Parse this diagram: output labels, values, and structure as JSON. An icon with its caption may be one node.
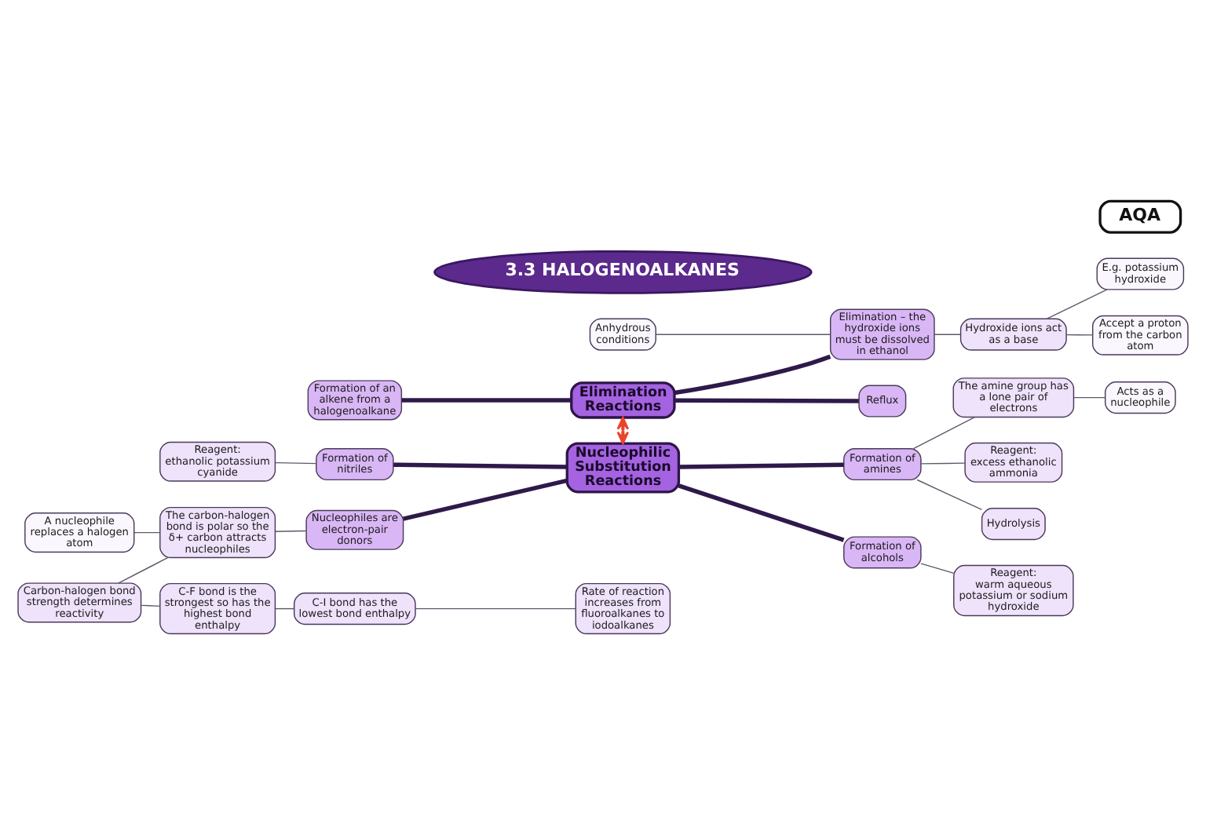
{
  "diagram": {
    "nodes": [
      {
        "text": [
          "E.g. potassium hydroxide"
        ]
      },
      {
        "text": [
          "Anhydrous conditions"
        ]
      },
      {
        "text": [
          "Hydroxide ions act as a base"
        ]
      },
      {
        "text": [
          "Accept a proton from the carbon atom"
        ]
      },
      {
        "text": [
          "Elimination – the hydroxide ions must be dissolved in ethanol"
        ]
      },
      {
        "text": [
          "Formation of an alkene from a halogenoalkane"
        ]
      },
      {
        "text": [
          "Elimination Reactions"
        ]
      },
      {
        "text": [
          "Reflux"
        ]
      },
      {
        "text": [
          "Acts as a nucleophile"
        ]
      },
      {
        "text": [
          "3.3 HALOGENOALKANES"
        ]
      },
      {
        "text": [
          "The amine group has a lone pair of electrons"
        ]
      },
      {
        "text": [
          "Reagent:",
          "ethanolic potassium cyanide"
        ]
      },
      {
        "text": [
          "Formation of nitriles"
        ]
      },
      {
        "text": [
          "Nucleophilic Substitution Reactions"
        ]
      },
      {
        "text": [
          "Reagent:",
          "excess ethanolic ammonia"
        ]
      },
      {
        "text": [
          "Formation of amines"
        ]
      },
      {
        "text": [
          "A nucleophile replaces a halogen atom"
        ]
      },
      {
        "text": [
          "Nucleophiles are electron-pair donors"
        ]
      },
      {
        "text": [
          "Hydrolysis"
        ]
      },
      {
        "text": [
          "Formation of alcohols"
        ]
      },
      {
        "text": [
          "The carbon-halogen bond is polar so the δ+ carbon attracts nucleophiles"
        ]
      },
      {
        "text": [
          "Reagent:",
          "warm aqueous potassium or sodium hydroxide"
        ]
      },
      {
        "text": [
          "Carbon-halogen bond strength determines reactivity"
        ]
      },
      {
        "text": [
          "C-F bond is the strongest so has the highest bond enthalpy"
        ]
      },
      {
        "text": [
          "C-I bond has the lowest bond enthalpy"
        ]
      },
      {
        "text": [
          "Rate of reaction increases from fluoroalkanes to iodoalkanes"
        ]
      },
      {
        "text": [
          "AQA"
        ]
      }
    ],
    "edges": [
      {
        "from": 2,
        "to": 0,
        "arrow": "none"
      },
      {
        "from": 1,
        "to": 4,
        "arrow": "none"
      },
      {
        "from": 4,
        "to": 2,
        "arrow": "none"
      },
      {
        "from": 2,
        "to": 3,
        "arrow": "none"
      },
      {
        "from": 6,
        "to": 4,
        "arrow": "none",
        "style": "thick",
        "color": "#2e1a4a"
      },
      {
        "from": 5,
        "to": 6,
        "arrow": "none",
        "style": "thick",
        "color": "#2e1a4a"
      },
      {
        "from": 6,
        "to": 7,
        "arrow": "none",
        "style": "thick",
        "color": "#2e1a4a"
      },
      {
        "from": 6,
        "to": 13,
        "arrow": "both",
        "color": "#e8452c"
      },
      {
        "from": 10,
        "to": 8,
        "arrow": "none"
      },
      {
        "from": 15,
        "to": 10,
        "arrow": "none"
      },
      {
        "from": 11,
        "to": 12,
        "arrow": "none"
      },
      {
        "from": 12,
        "to": 13,
        "arrow": "none",
        "style": "thick",
        "color": "#2e1a4a"
      },
      {
        "from": 13,
        "to": 15,
        "arrow": "none",
        "style": "thick",
        "color": "#2e1a4a"
      },
      {
        "from": 15,
        "to": 14,
        "arrow": "none"
      },
      {
        "from": 16,
        "to": 20,
        "arrow": "none"
      },
      {
        "from": 17,
        "to": 13,
        "arrow": "none",
        "style": "thick",
        "color": "#2e1a4a"
      },
      {
        "from": 15,
        "to": 18,
        "arrow": "none"
      },
      {
        "from": 13,
        "to": 19,
        "arrow": "none",
        "style": "thick",
        "color": "#2e1a4a"
      },
      {
        "from": 20,
        "to": 17,
        "arrow": "none"
      },
      {
        "from": 19,
        "to": 21,
        "arrow": "none"
      },
      {
        "from": 22,
        "to": 20,
        "arrow": "none"
      },
      {
        "from": 22,
        "to": 23,
        "arrow": "none"
      },
      {
        "from": 23,
        "to": 24,
        "arrow": "none"
      },
      {
        "from": 24,
        "to": 25,
        "arrow": "none"
      }
    ]
  }
}
